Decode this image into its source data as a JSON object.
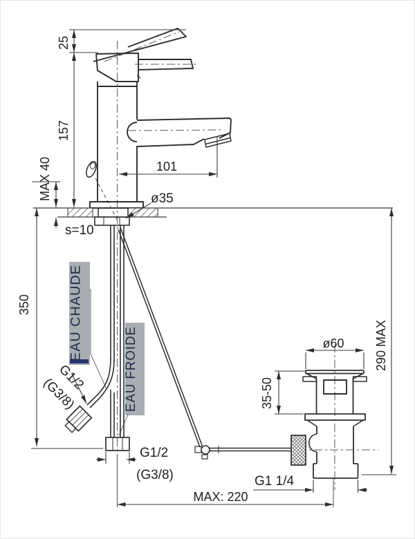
{
  "drawing": {
    "kind": "single-lever basin mixer installation drawing",
    "line_color": "#2e2e2e",
    "dim_color": "#3a3a3a",
    "highlight_bg": "#a8adb4",
    "highlight_text": "#232a45",
    "accent_bar": "#1b2a6b"
  },
  "dims": {
    "travel": "25",
    "height": "157",
    "deck_max": "MAX 40",
    "deck_s": "s=10",
    "hole": "ø35",
    "reach": "101",
    "supply": "350",
    "drain_flange": "ø60",
    "clamp": "35-50",
    "drain_height": "290 MAX",
    "drain_thread": "G1 1/4",
    "rod_reach": "MAX: 220"
  },
  "supplies": {
    "hot_label": "EAU CHAUDE",
    "cold_label": "EAU FROIDE",
    "hot_thread": "G1/2",
    "hot_thread_alt": "(G3/8)",
    "cold_thread": "G1/2",
    "cold_thread_alt": "(G3/8)"
  }
}
